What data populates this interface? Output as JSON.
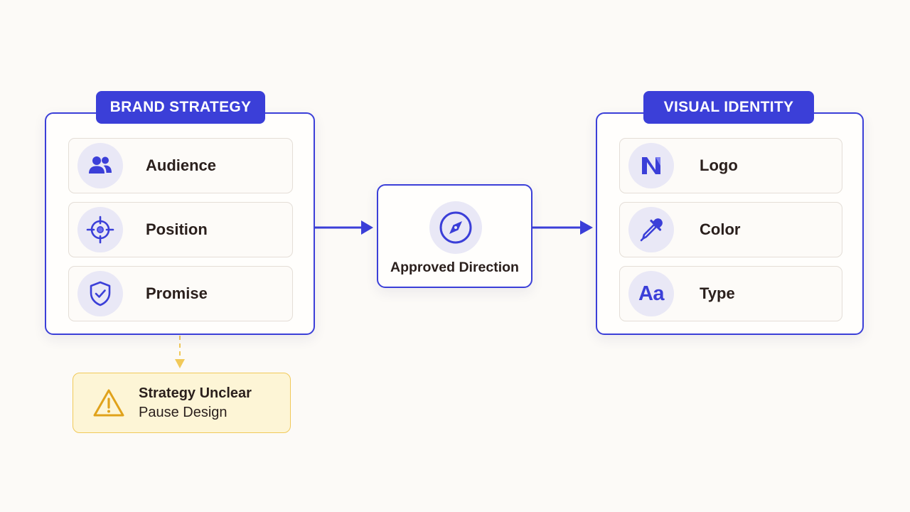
{
  "colors": {
    "accent": "#3b3fd8",
    "icon_bg": "#e9e8f6",
    "warning_border": "#f1c95a",
    "warning_fill": "#fdf5d6",
    "warning_icon": "#e0a21b",
    "background": "#fcfaf7"
  },
  "brand_strategy": {
    "title": "BRAND STRATEGY",
    "items": [
      {
        "label": "Audience",
        "icon": "people-icon"
      },
      {
        "label": "Position",
        "icon": "target-icon"
      },
      {
        "label": "Promise",
        "icon": "shield-check-icon"
      }
    ]
  },
  "center": {
    "label": "Approved Direction",
    "icon": "compass-icon"
  },
  "visual_identity": {
    "title": "VISUAL IDENTITY",
    "items": [
      {
        "label": "Logo",
        "icon": "logo-mark-icon"
      },
      {
        "label": "Color",
        "icon": "eyedropper-icon"
      },
      {
        "label": "Type",
        "icon": "typography-icon",
        "glyph": "Aa"
      }
    ]
  },
  "warning": {
    "title": "Strategy Unclear",
    "subtitle": "Pause Design",
    "icon": "warning-triangle-icon"
  }
}
